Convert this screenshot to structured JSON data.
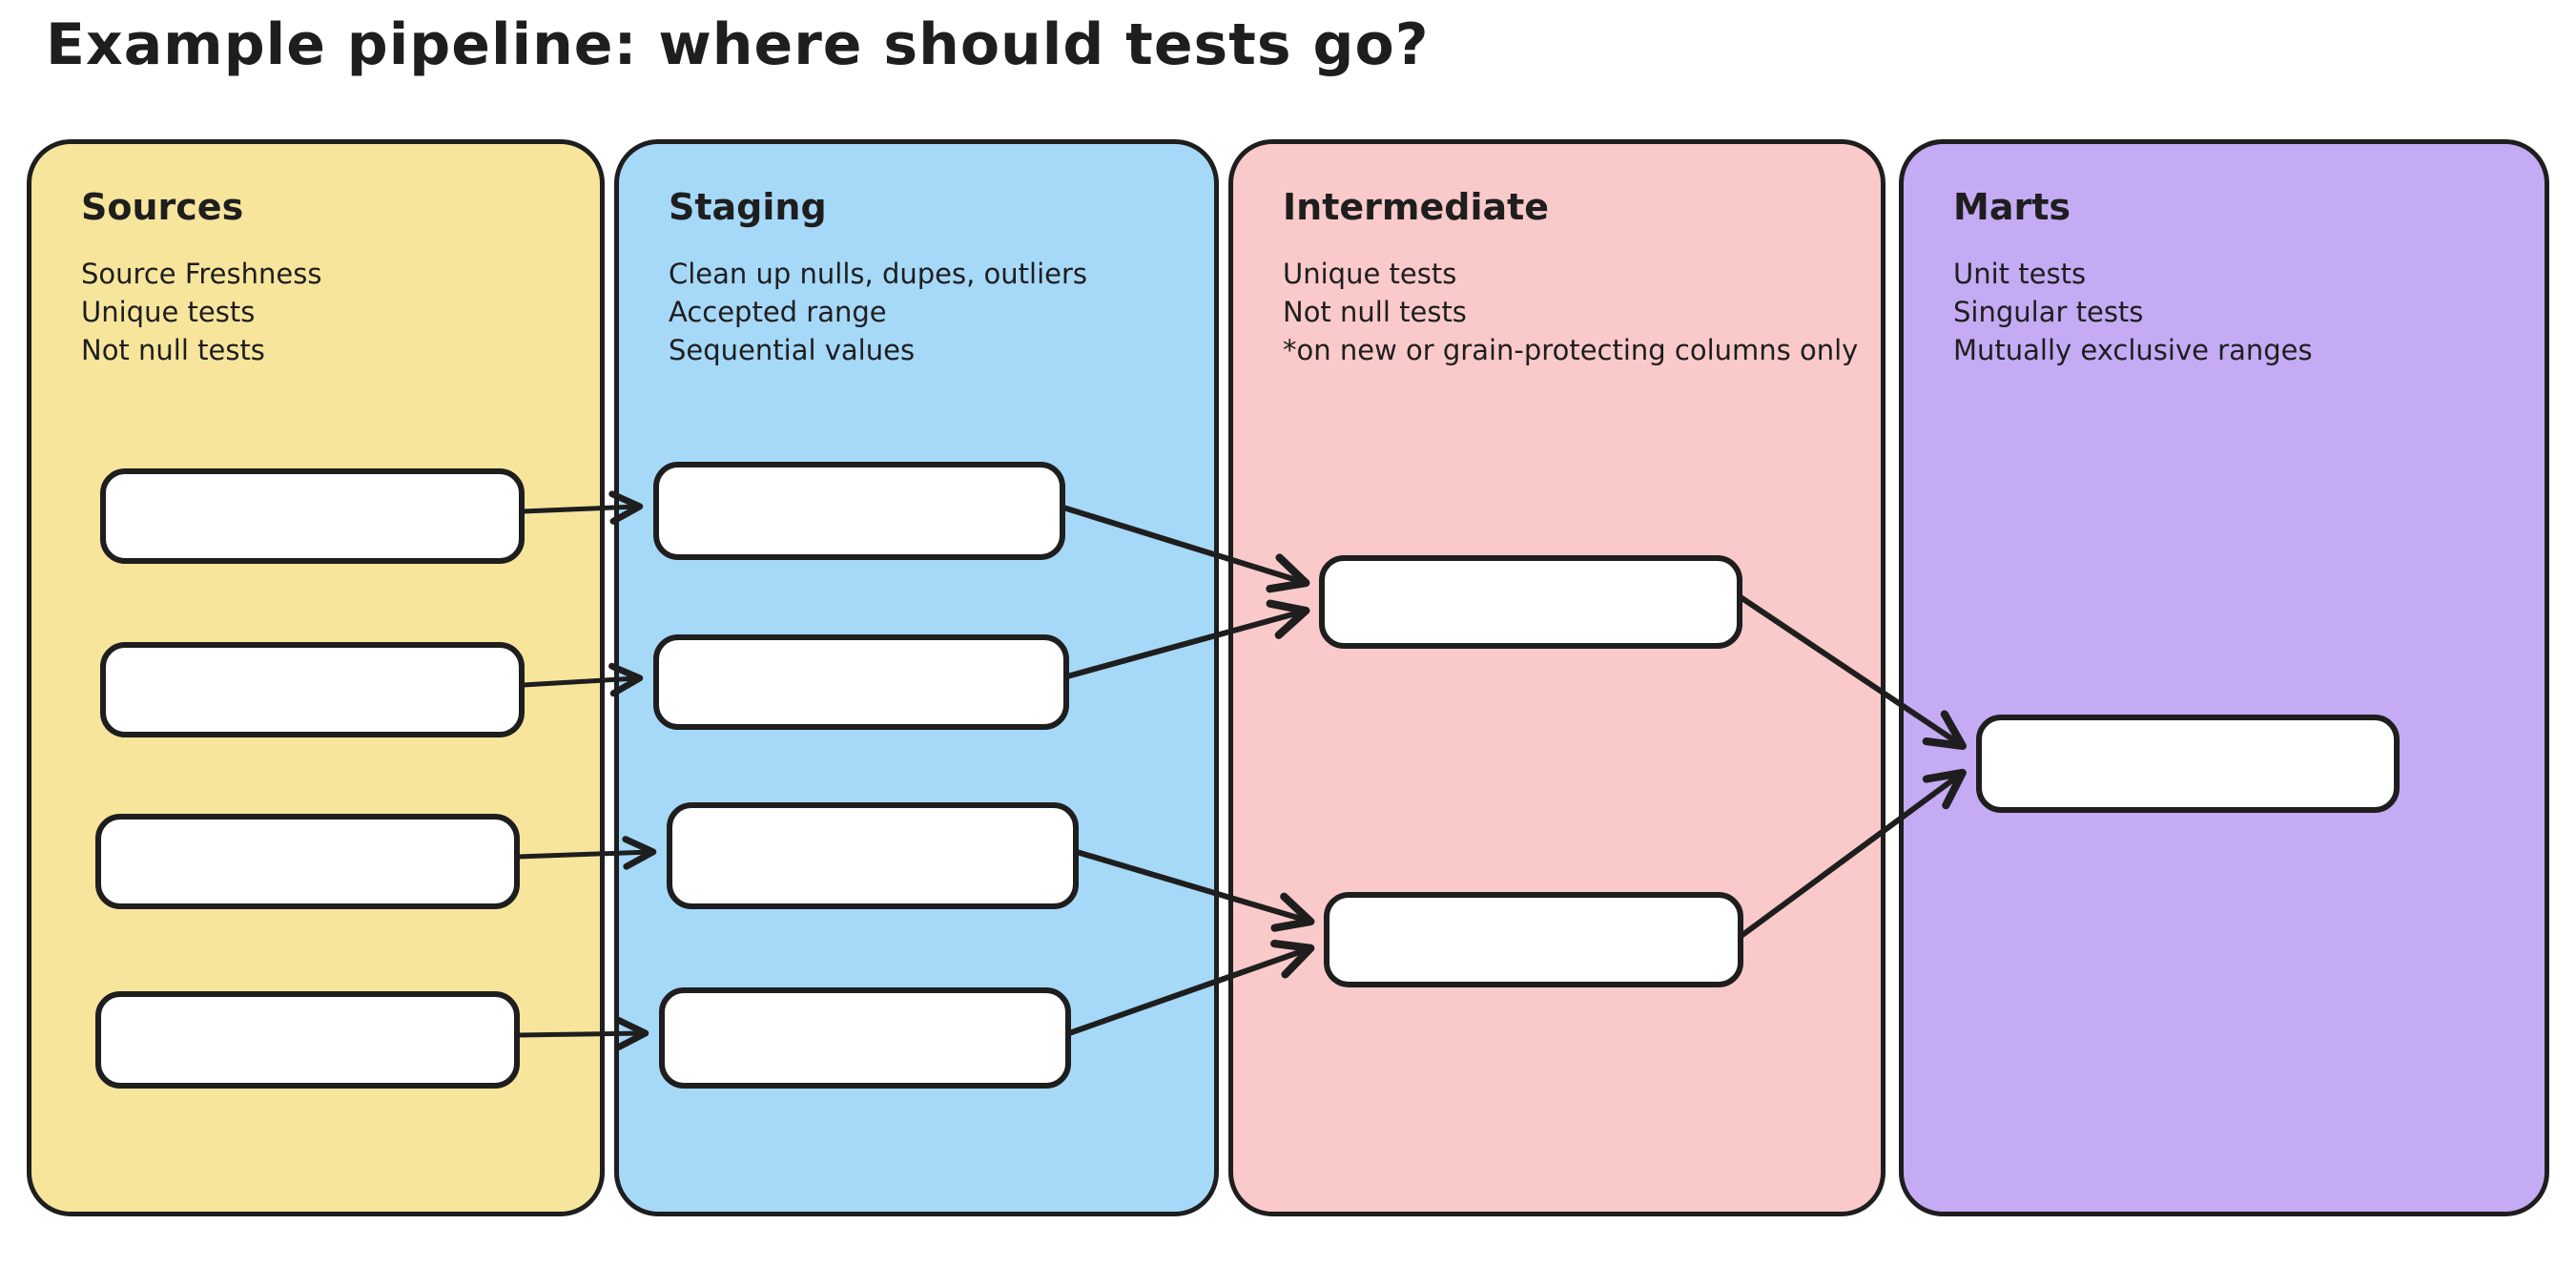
{
  "title": "Example pipeline: where should tests go?",
  "colors": {
    "stroke": "#1e1e1e",
    "node_fill": "#ffffff",
    "sources_fill": "#f7e59c",
    "staging_fill": "#a6d8f8",
    "intermediate_fill": "#fac9c9",
    "marts_fill": "#c4abf4"
  },
  "columns": [
    {
      "id": "sources",
      "label": "Sources",
      "fill": "#f7e59c",
      "notes": [
        "Source Freshness",
        "Unique tests",
        "Not null tests"
      ],
      "node_count": 4
    },
    {
      "id": "staging",
      "label": "Staging",
      "fill": "#a6d8f8",
      "notes": [
        "Clean up nulls, dupes, outliers",
        "Accepted range",
        "Sequential values"
      ],
      "node_count": 4
    },
    {
      "id": "intermediate",
      "label": "Intermediate",
      "fill": "#fac9c9",
      "notes": [
        "Unique tests",
        "Not null tests",
        "*on new or grain-protecting columns only"
      ],
      "node_count": 2
    },
    {
      "id": "marts",
      "label": "Marts",
      "fill": "#c4abf4",
      "notes": [
        "Unit tests",
        "Singular tests",
        "Mutually exclusive ranges"
      ],
      "node_count": 1
    }
  ],
  "edges": [
    {
      "from": "sources.node1",
      "to": "staging.node1"
    },
    {
      "from": "sources.node2",
      "to": "staging.node2"
    },
    {
      "from": "sources.node3",
      "to": "staging.node3"
    },
    {
      "from": "sources.node4",
      "to": "staging.node4"
    },
    {
      "from": "staging.node1",
      "to": "intermediate.node1"
    },
    {
      "from": "staging.node2",
      "to": "intermediate.node1"
    },
    {
      "from": "staging.node3",
      "to": "intermediate.node2"
    },
    {
      "from": "staging.node4",
      "to": "intermediate.node2"
    },
    {
      "from": "intermediate.node1",
      "to": "marts.node1"
    },
    {
      "from": "intermediate.node2",
      "to": "marts.node1"
    }
  ]
}
